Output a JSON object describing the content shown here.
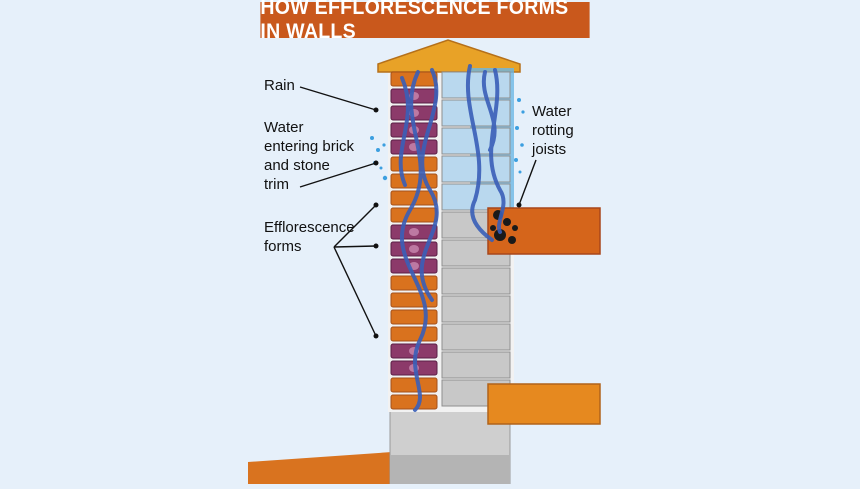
{
  "title": "HOW EFFLORESCENCE FORMS IN WALLS",
  "labels": {
    "rain": "Rain",
    "water_entering": [
      "Water",
      "entering brick",
      "and stone",
      "trim"
    ],
    "efflorescence": [
      "Efflorescence",
      "forms"
    ],
    "water_rotting": [
      "Water",
      "rotting",
      "joists"
    ]
  },
  "colors": {
    "background": "#e6f0fa",
    "banner": "#c9581c",
    "brick": "#d9721e",
    "water": "#3a5fb8",
    "stone": "#c8c8c8",
    "efflorescence": "#8c3a6a"
  }
}
